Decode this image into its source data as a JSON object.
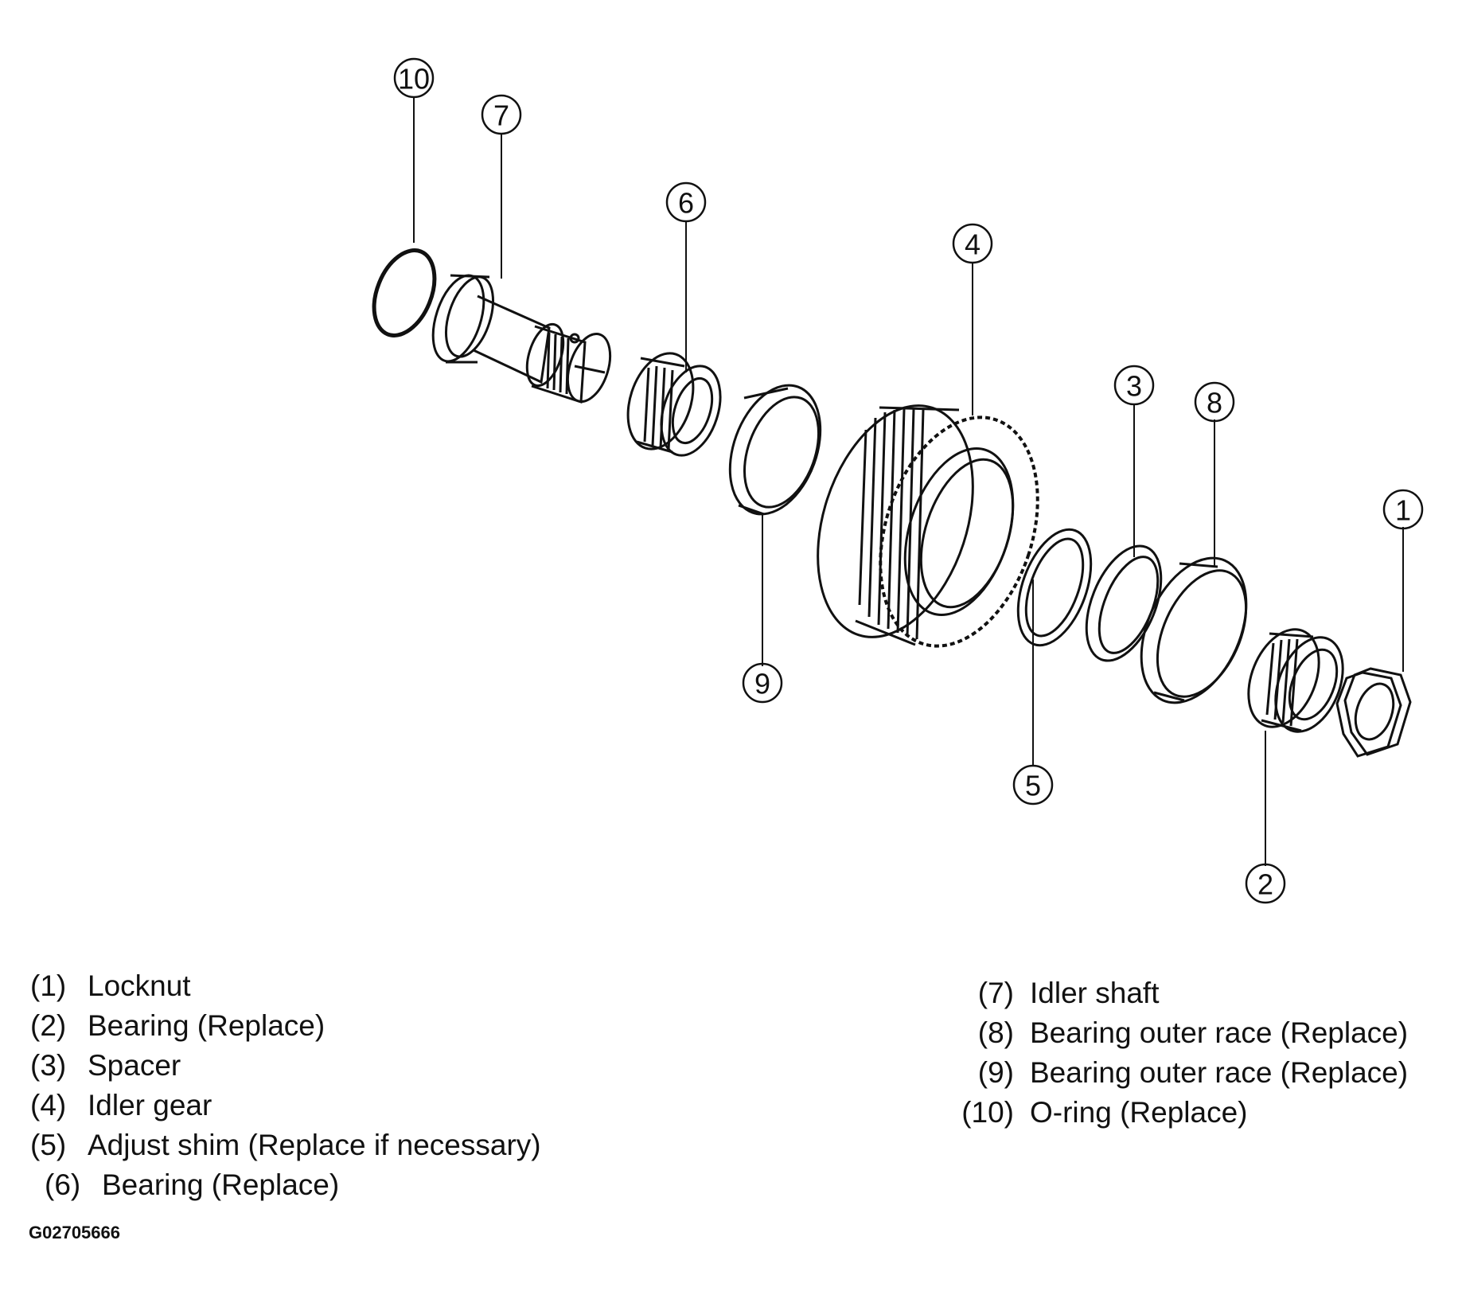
{
  "callouts": [
    "1",
    "2",
    "3",
    "4",
    "5",
    "6",
    "7",
    "8",
    "9",
    "10"
  ],
  "legend_left": [
    {
      "num": "(1)",
      "text": "Locknut"
    },
    {
      "num": "(2)",
      "text": "Bearing (Replace)"
    },
    {
      "num": "(3)",
      "text": "Spacer"
    },
    {
      "num": "(4)",
      "text": "Idler gear"
    },
    {
      "num": "(5)",
      "text": "Adjust shim (Replace if necessary)"
    },
    {
      "num": "(6)",
      "text": "Bearing (Replace)"
    }
  ],
  "legend_right": [
    {
      "num": "(7)",
      "text": "Idler shaft"
    },
    {
      "num": "(8)",
      "text": "Bearing outer race (Replace)"
    },
    {
      "num": "(9)",
      "text": "Bearing outer race (Replace)"
    },
    {
      "num": "(10)",
      "text": "O-ring (Replace)"
    }
  ],
  "figure_id": "G02705666"
}
